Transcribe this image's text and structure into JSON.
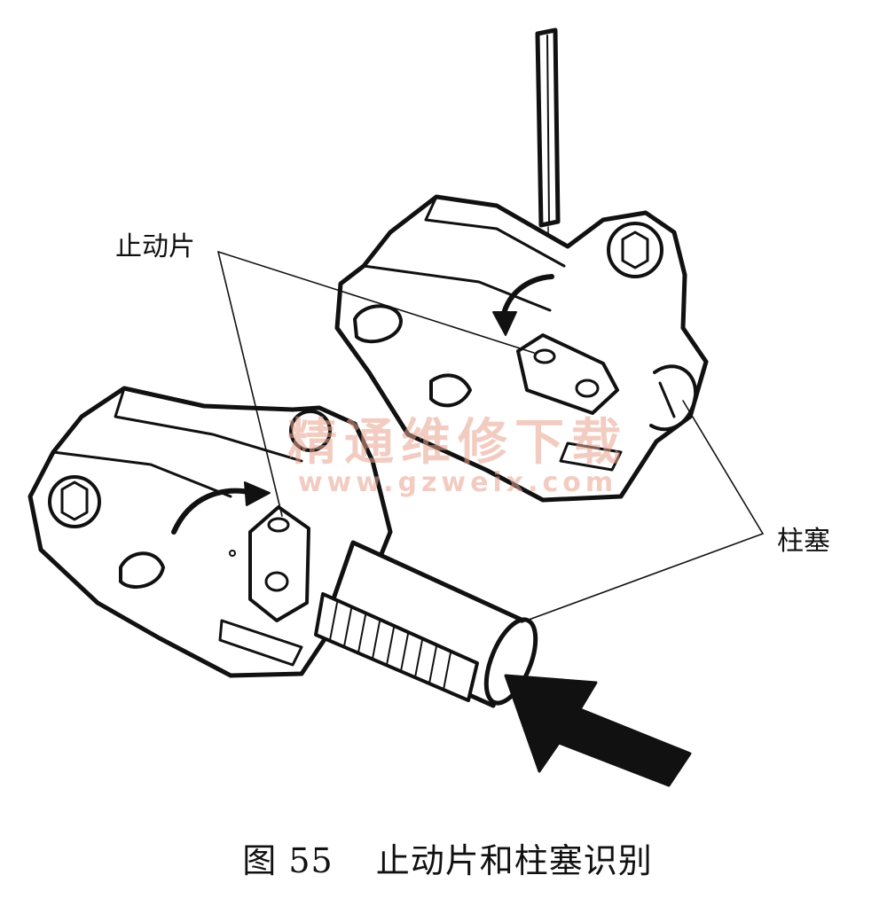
{
  "labels": {
    "stop_plate": "止动片",
    "plunger": "柱塞"
  },
  "caption": {
    "number": "图 55",
    "text": "止动片和柱塞识别"
  },
  "watermark": {
    "main": "精通维修下载",
    "url": "www.gzweix.com"
  },
  "colors": {
    "ink": "#111111",
    "watermark": "#e8a38f",
    "background": "#ffffff"
  }
}
